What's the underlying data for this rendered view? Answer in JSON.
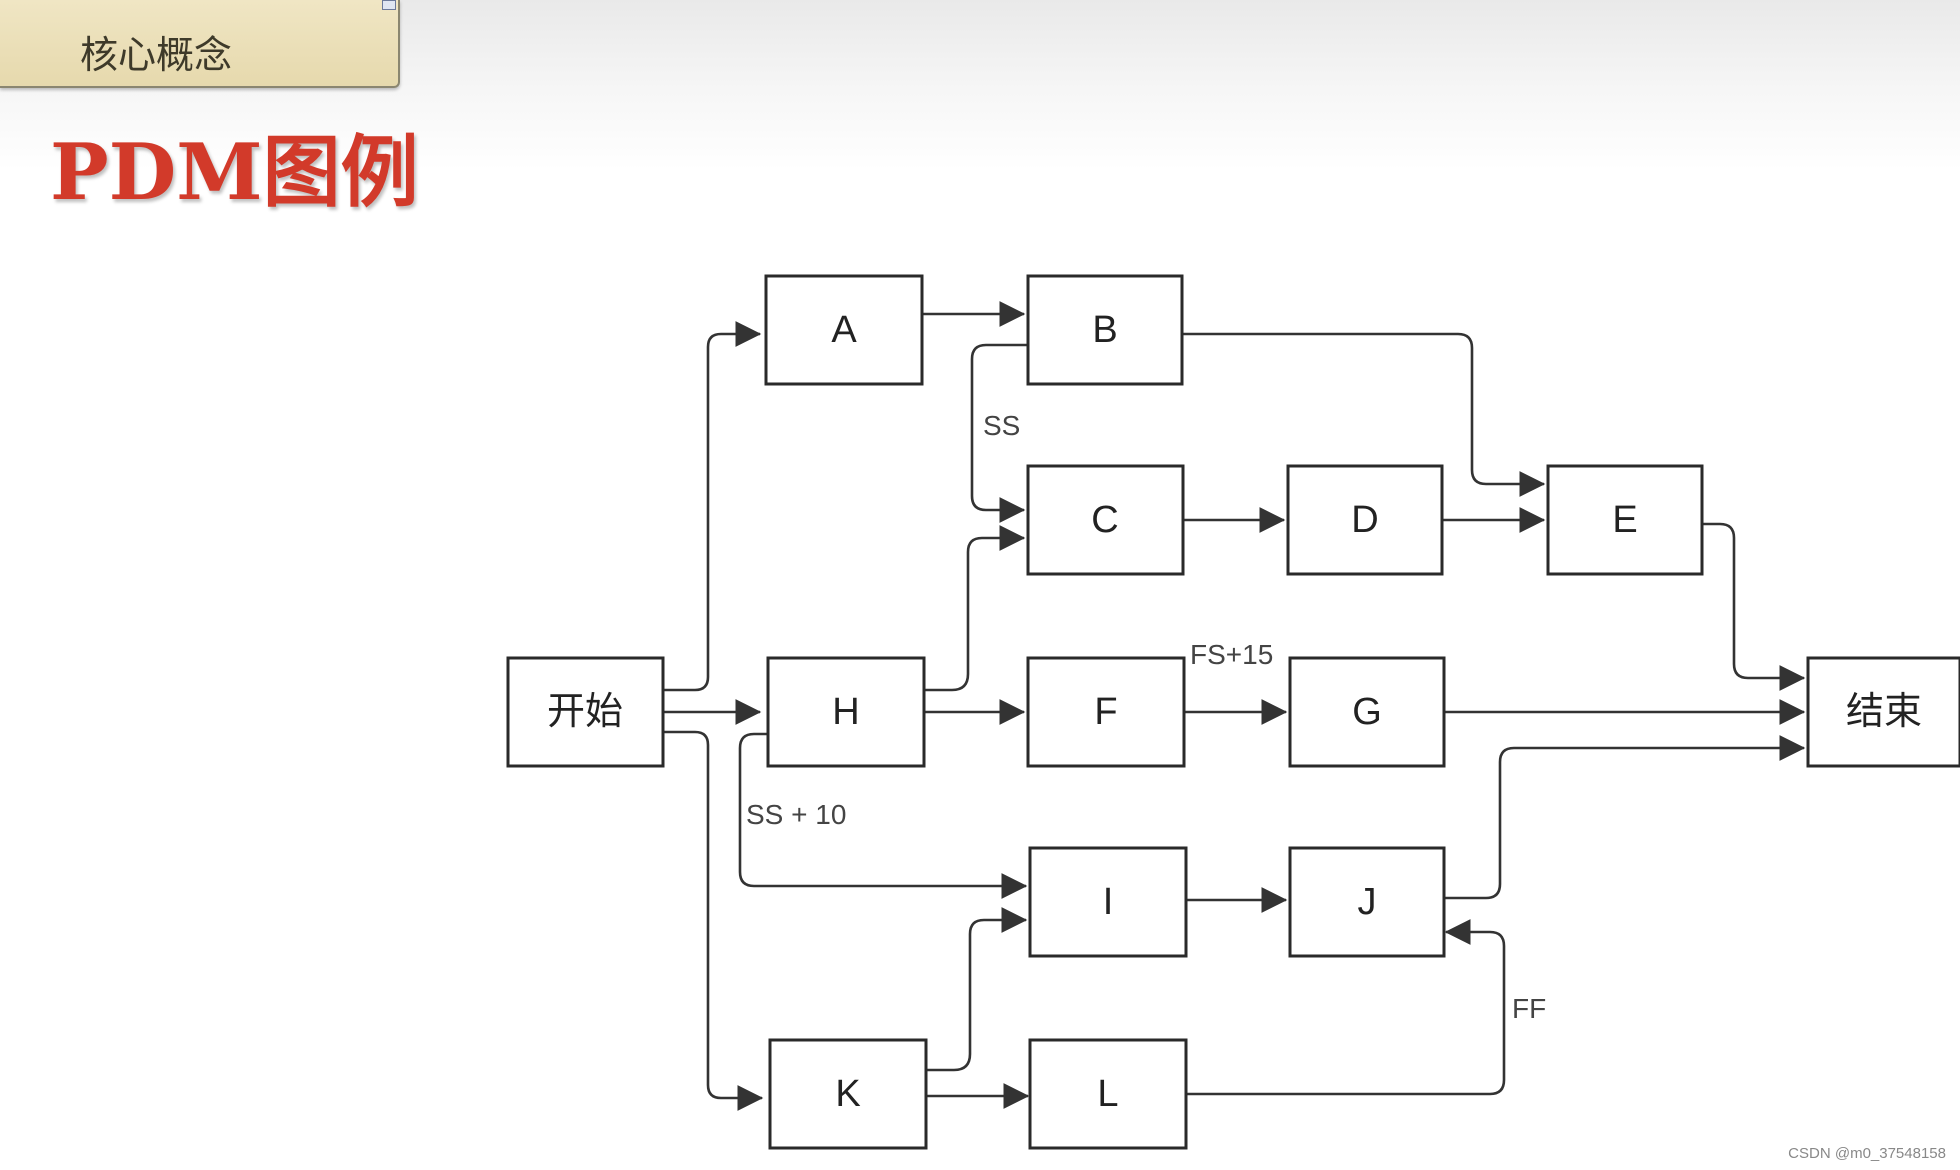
{
  "header": {
    "tab_label": "核心概念",
    "title": "PDM图例"
  },
  "diagram": {
    "nodes": {
      "start": "开始",
      "A": "A",
      "B": "B",
      "C": "C",
      "D": "D",
      "E": "E",
      "F": "F",
      "G": "G",
      "H": "H",
      "I": "I",
      "J": "J",
      "K": "K",
      "L": "L",
      "end": "结束"
    },
    "edge_labels": {
      "b_c": "SS",
      "f_g": "FS+15",
      "h_i": "SS + 10",
      "l_j": "FF"
    }
  },
  "watermark": "CSDN @m0_37548158"
}
